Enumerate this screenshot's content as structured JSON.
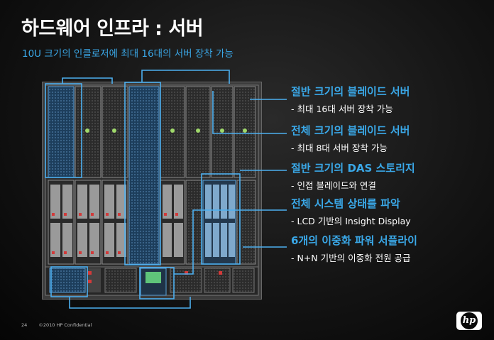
{
  "slide": {
    "title": "하드웨어 인프라 : 서버",
    "subtitle": "10U 크기의 인클로저에 최대 16대의 서버 장착 가능"
  },
  "annotations": [
    {
      "heading": "절반 크기의 블레이드 서버",
      "detail": "- 최대 16대 서버 장착 가능"
    },
    {
      "heading": "전체 크기의 블레이드 서버",
      "detail": "- 최대 8대 서버 장착 가능"
    },
    {
      "heading": "절반 크기의 DAS 스토리지",
      "detail": "- 인접 블레이드와 연결"
    },
    {
      "heading": "전체 시스템 상태를 파악",
      "detail": "- LCD 기반의 Insight Display"
    },
    {
      "heading": "6개의 이중화 파워 서플라이",
      "detail": "- N+N 기반의 이중화 전원 공급"
    }
  ],
  "footer": {
    "page": "24",
    "copyright": "©2010 HP Confidential"
  },
  "logo": {
    "text": "hp"
  },
  "colors": {
    "accent": "#3aa8e8",
    "callout_line": "#4db0f0",
    "background": "#141414"
  }
}
